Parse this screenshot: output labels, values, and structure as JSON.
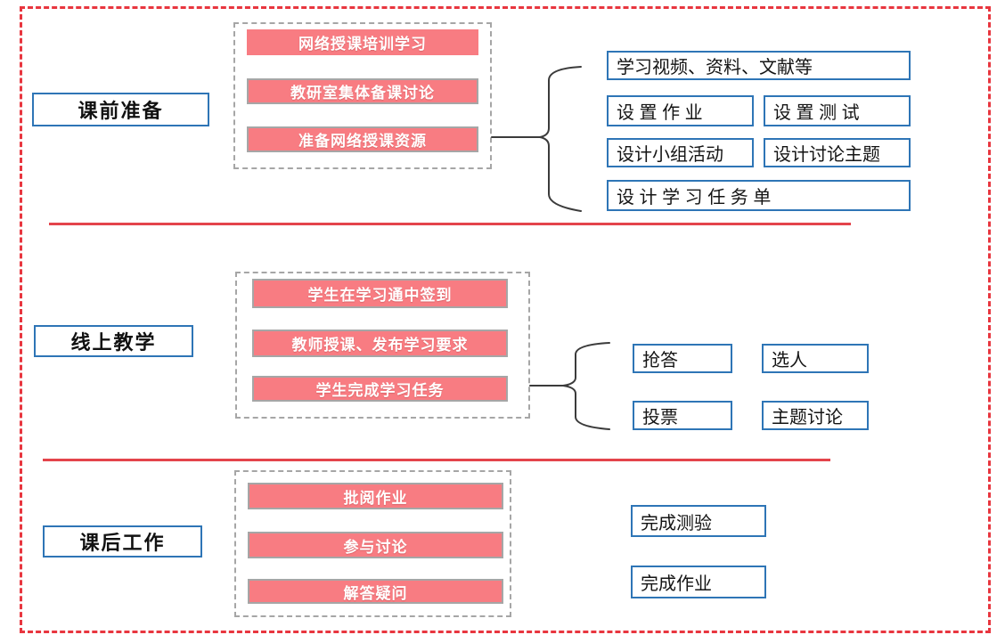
{
  "diagram": {
    "sections": [
      {
        "label": "课前准备",
        "steps": [
          "网络授课培训学习",
          "教研室集体备课讨论",
          "准备网络授课资源"
        ],
        "outputs": [
          "学习视频、资料、文献等",
          "设 置 作 业",
          "设 置 测 试",
          "设计小组活动",
          "设计讨论主题",
          "设 计 学 习 任 务 单"
        ]
      },
      {
        "label": "线上教学",
        "steps": [
          "学生在学习通中签到",
          "教师授课、发布学习要求",
          "学生完成学习任务"
        ],
        "outputs": [
          "抢答",
          "选人",
          "投票",
          "主题讨论"
        ]
      },
      {
        "label": "课后工作",
        "steps": [
          "批阅作业",
          "参与讨论",
          "解答疑问"
        ],
        "outputs": [
          "完成测验",
          "完成作业"
        ]
      }
    ],
    "colors": {
      "accent_pink": "#F87C82",
      "accent_blue": "#2E75B6",
      "accent_red_border": "#E8363F",
      "accent_red_line": "#E4444B",
      "border_gray": "#A6A6A6"
    }
  }
}
